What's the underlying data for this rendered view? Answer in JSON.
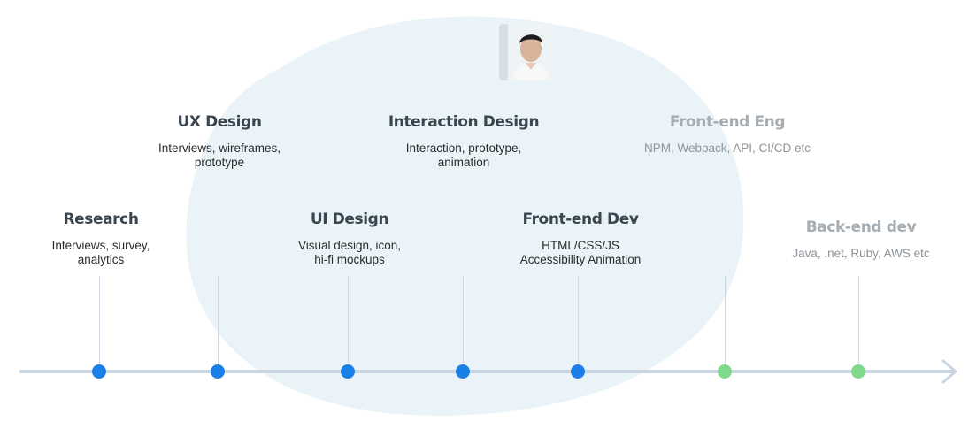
{
  "colors": {
    "blob": "#eaf4f8",
    "axis": "#c9d6e2",
    "dot_active": "#1a7fe6",
    "dot_future": "#7fd98a",
    "title_active": "#3a4550",
    "title_muted": "#a6adb3"
  },
  "avatar": {
    "icon": "person-photo-icon"
  },
  "stages": [
    {
      "title": "Research",
      "desc": "Interviews, survey,\nanalytics",
      "status": "active"
    },
    {
      "title": "UX Design",
      "desc": "Interviews, wireframes,\nprototype",
      "status": "active"
    },
    {
      "title": "UI Design",
      "desc": "Visual design, icon,\nhi-fi mockups",
      "status": "active"
    },
    {
      "title": "Interaction Design",
      "desc": "Interaction, prototype,\nanimation",
      "status": "active"
    },
    {
      "title": "Front-end Dev",
      "desc": "HTML/CSS/JS\nAccessibility Animation",
      "status": "active"
    },
    {
      "title": "Front-end Eng",
      "desc": "NPM, Webpack, API, CI/CD etc",
      "status": "future"
    },
    {
      "title": "Back-end dev",
      "desc": "Java, .net, Ruby, AWS etc",
      "status": "future"
    }
  ]
}
